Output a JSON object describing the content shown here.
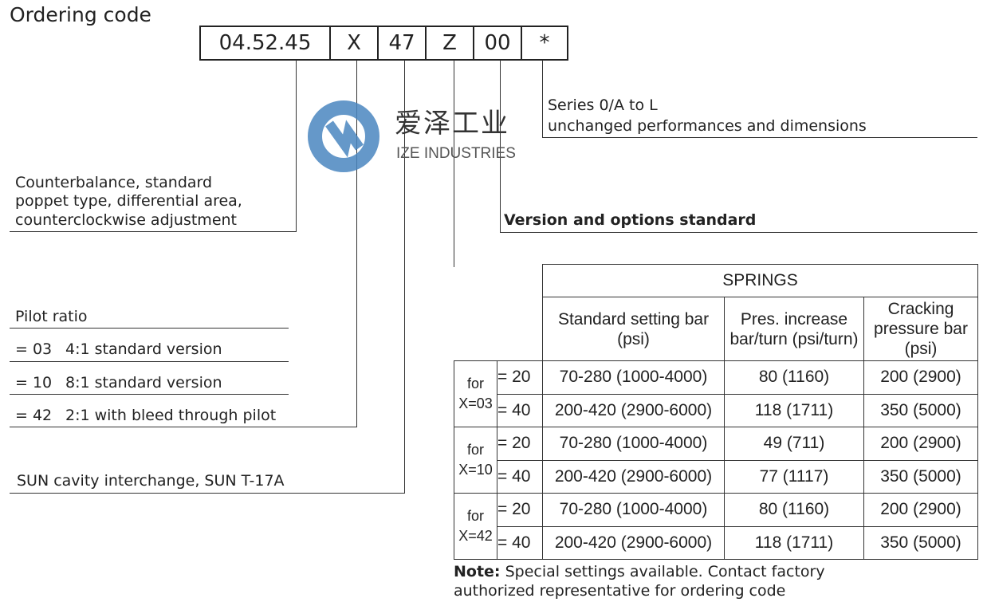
{
  "title": "Ordering code",
  "code_boxes": [
    "04.52.45",
    "X",
    "47",
    "Z",
    "00",
    "*"
  ],
  "logo": {
    "cn": "爱泽工业",
    "en": "IZE INDUSTRIES",
    "color": "#4a86bf"
  },
  "labels": {
    "series": [
      "Series 0/A to L",
      "unchanged performances and dimensions"
    ],
    "version": "Version and options standard",
    "counterbalance": [
      "Counterbalance, standard",
      "poppet type, differential area,",
      "counterclockwise adjustment"
    ],
    "pilot_title": "Pilot ratio",
    "pilot_options": [
      {
        "code": "= 03",
        "desc": "4:1 standard version"
      },
      {
        "code": "= 10",
        "desc": "8:1 standard version"
      },
      {
        "code": "= 42",
        "desc": "2:1 with bleed through pilot"
      }
    ],
    "sun": "SUN cavity interchange, SUN T-17A"
  },
  "table": {
    "title": "SPRINGS",
    "headers": [
      "Standard setting bar (psi)",
      "Pres. increase bar/turn (psi/turn)",
      "Cracking pressure bar (psi)"
    ],
    "groups": [
      {
        "label": [
          "for",
          "X=03"
        ],
        "rows": [
          [
            "= 20",
            "70-280 (1000-4000)",
            "80 (1160)",
            "200 (2900)"
          ],
          [
            "= 40",
            "200-420 (2900-6000)",
            "118 (1711)",
            "350 (5000)"
          ]
        ]
      },
      {
        "label": [
          "for",
          "X=10"
        ],
        "rows": [
          [
            "= 20",
            "70-280 (1000-4000)",
            "49 (711)",
            "200 (2900)"
          ],
          [
            "= 40",
            "200-420 (2900-6000)",
            "77 (1117)",
            "350 (5000)"
          ]
        ]
      },
      {
        "label": [
          "for",
          "X=42"
        ],
        "rows": [
          [
            "= 20",
            "70-280 (1000-4000)",
            "80 (1160)",
            "200 (2900)"
          ],
          [
            "= 40",
            "200-420 (2900-6000)",
            "118 (1711)",
            "350 (5000)"
          ]
        ]
      }
    ]
  },
  "note": {
    "bold": "Note:",
    "text": " Special settings available. Contact factory",
    "line2": "authorized representative for ordering code"
  }
}
